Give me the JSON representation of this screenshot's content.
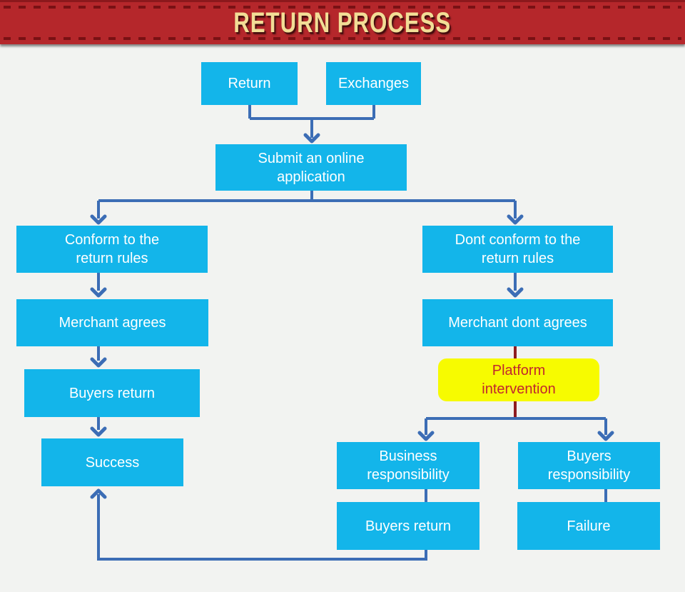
{
  "header": {
    "title": "RETURN PROCESS"
  },
  "nodes": {
    "return": {
      "label": "Return"
    },
    "exchanges": {
      "label": "Exchanges"
    },
    "submit": {
      "label": "Submit an online\napplication"
    },
    "conform": {
      "label": "Conform to the\nreturn rules"
    },
    "dont_conform": {
      "label": "Dont conform to the\nreturn rules"
    },
    "merchant_agrees": {
      "label": "Merchant agrees"
    },
    "merchant_dont_agrees": {
      "label": "Merchant dont agrees"
    },
    "buyers_return_left": {
      "label": "Buyers return"
    },
    "platform_intervention": {
      "label": "Platform\nintervention"
    },
    "success": {
      "label": "Success"
    },
    "business_responsibility": {
      "label": "Business\nresponsibility"
    },
    "buyers_responsibility": {
      "label": "Buyers\nresponsibility"
    },
    "buyers_return_bottom": {
      "label": "Buyers return"
    },
    "failure": {
      "label": "Failure"
    }
  },
  "edges": [
    {
      "from": "Return",
      "to": "Submit an online application"
    },
    {
      "from": "Exchanges",
      "to": "Submit an online application"
    },
    {
      "from": "Submit an online application",
      "to": "Conform to the return rules"
    },
    {
      "from": "Submit an online application",
      "to": "Dont conform to the return rules"
    },
    {
      "from": "Conform to the return rules",
      "to": "Merchant agrees"
    },
    {
      "from": "Merchant agrees",
      "to": "Buyers return"
    },
    {
      "from": "Buyers return",
      "to": "Success"
    },
    {
      "from": "Dont conform to the return rules",
      "to": "Merchant dont agrees"
    },
    {
      "from": "Merchant dont agrees",
      "to": "Platform intervention"
    },
    {
      "from": "Platform intervention",
      "to": "Business responsibility"
    },
    {
      "from": "Platform intervention",
      "to": "Buyers responsibility"
    },
    {
      "from": "Business responsibility",
      "to": "Buyers return"
    },
    {
      "from": "Buyers responsibility",
      "to": "Failure"
    },
    {
      "from": "Buyers return (bottom)",
      "to": "Success"
    }
  ],
  "colors": {
    "banner_red": "#b5272b",
    "banner_stitch": "#791114",
    "banner_edge": "#8c181c",
    "title_cream": "#f2dd96",
    "node_cyan": "#13b5ea",
    "node_yellow": "#f7fb00",
    "node_yellow_text": "#c1272d",
    "node_text": "#ffffff",
    "connector_blue": "#3c6db5",
    "connector_dark_red": "#8e1c21",
    "background": "#f2f3f1"
  }
}
